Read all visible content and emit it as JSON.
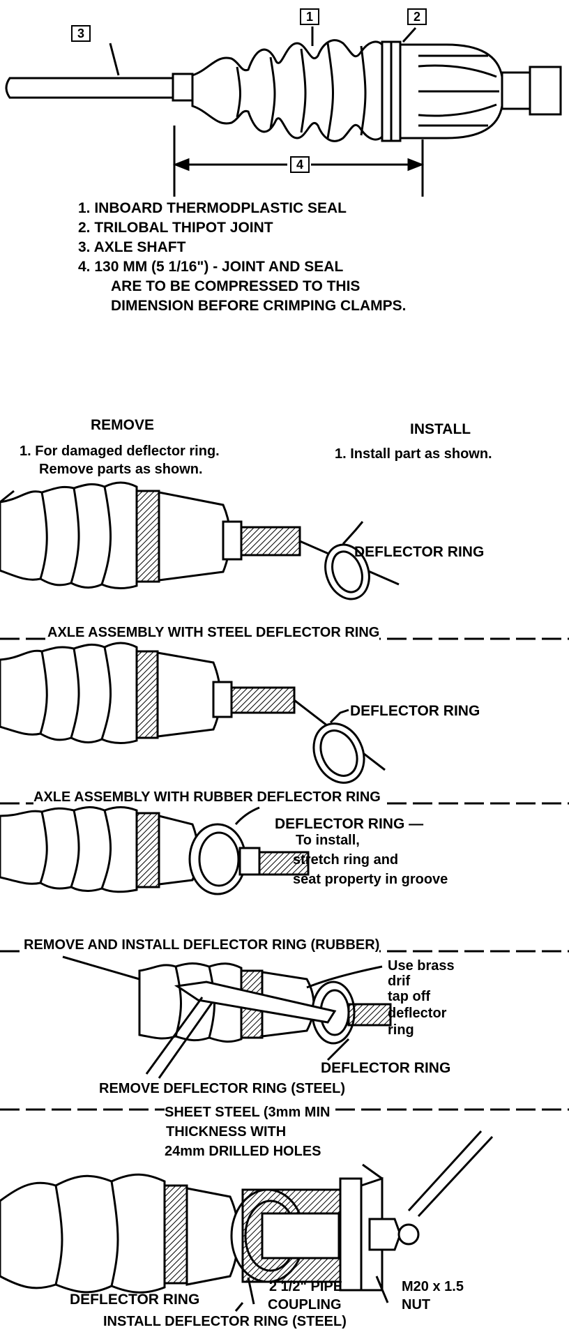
{
  "top_diagram": {
    "callouts": [
      "1",
      "2",
      "3",
      "4"
    ],
    "legend": [
      "1.  INBOARD THERMODPLASTIC SEAL",
      "2.  TRILOBAL THIPOT JOINT",
      "3.  AXLE SHAFT",
      "4.  130 MM (5 1/16\") - JOINT AND SEAL",
      "ARE TO BE COMPRESSED TO THIS",
      "DIMENSION BEFORE CRIMPING CLAMPS."
    ]
  },
  "remove": {
    "heading": "REMOVE",
    "step_line1": "1. For damaged deflector ring.",
    "step_line2": "Remove parts as shown."
  },
  "install": {
    "heading": "INSTALL",
    "step": "1.  Install part as shown."
  },
  "panels": [
    {
      "label": "DEFLECTOR RING",
      "caption": "AXLE ASSEMBLY WITH STEEL DEFLECTOR RING"
    },
    {
      "label": "DEFLECTOR RING",
      "caption": "AXLE ASSEMBLY WITH RUBBER  DEFLECTOR RING"
    },
    {
      "label": "DEFLECTOR RING  —",
      "note": [
        "To install,",
        "stretch ring and",
        "seat property in groove"
      ],
      "caption": "REMOVE AND INSTALL DEFLECTOR RING (RUBBER)"
    },
    {
      "note": [
        "Use brass",
        "drif",
        "tap off",
        "deflector",
        "ring"
      ],
      "label": "DEFLECTOR RING",
      "caption": "REMOVE DEFLECTOR RING (STEEL)"
    },
    {
      "note": [
        "SHEET STEEL (3mm MIN",
        "THICKNESS WITH",
        "24mm DRILLED HOLES"
      ],
      "label_left": "DEFLECTOR RING",
      "label_pipe": [
        "2 1/2\" PIPE",
        "COUPLING"
      ],
      "label_nut": [
        "M20 x 1.5",
        "NUT"
      ],
      "caption": "INSTALL DEFLECTOR RING (STEEL)"
    }
  ]
}
